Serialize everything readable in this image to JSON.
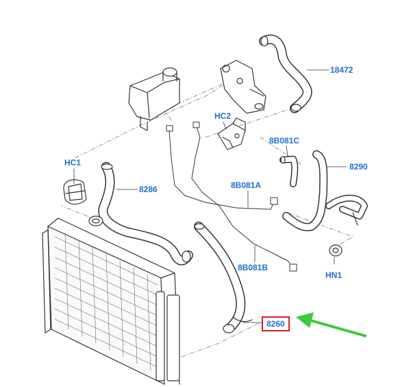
{
  "labels": {
    "p18472": "18472",
    "hc2": "HC2",
    "p8b081c": "8B081C",
    "hc1": "HC1",
    "p8286": "8286",
    "p8290": "8290",
    "p8b081a": "8B081A",
    "p8b081b": "8B081B",
    "hn1": "HN1",
    "p8260": "8260"
  },
  "colors": {
    "label": "#1f6fd1",
    "highlight_box": "#e01b1b",
    "arrow": "#3ec93e",
    "line_art": "#333333"
  }
}
